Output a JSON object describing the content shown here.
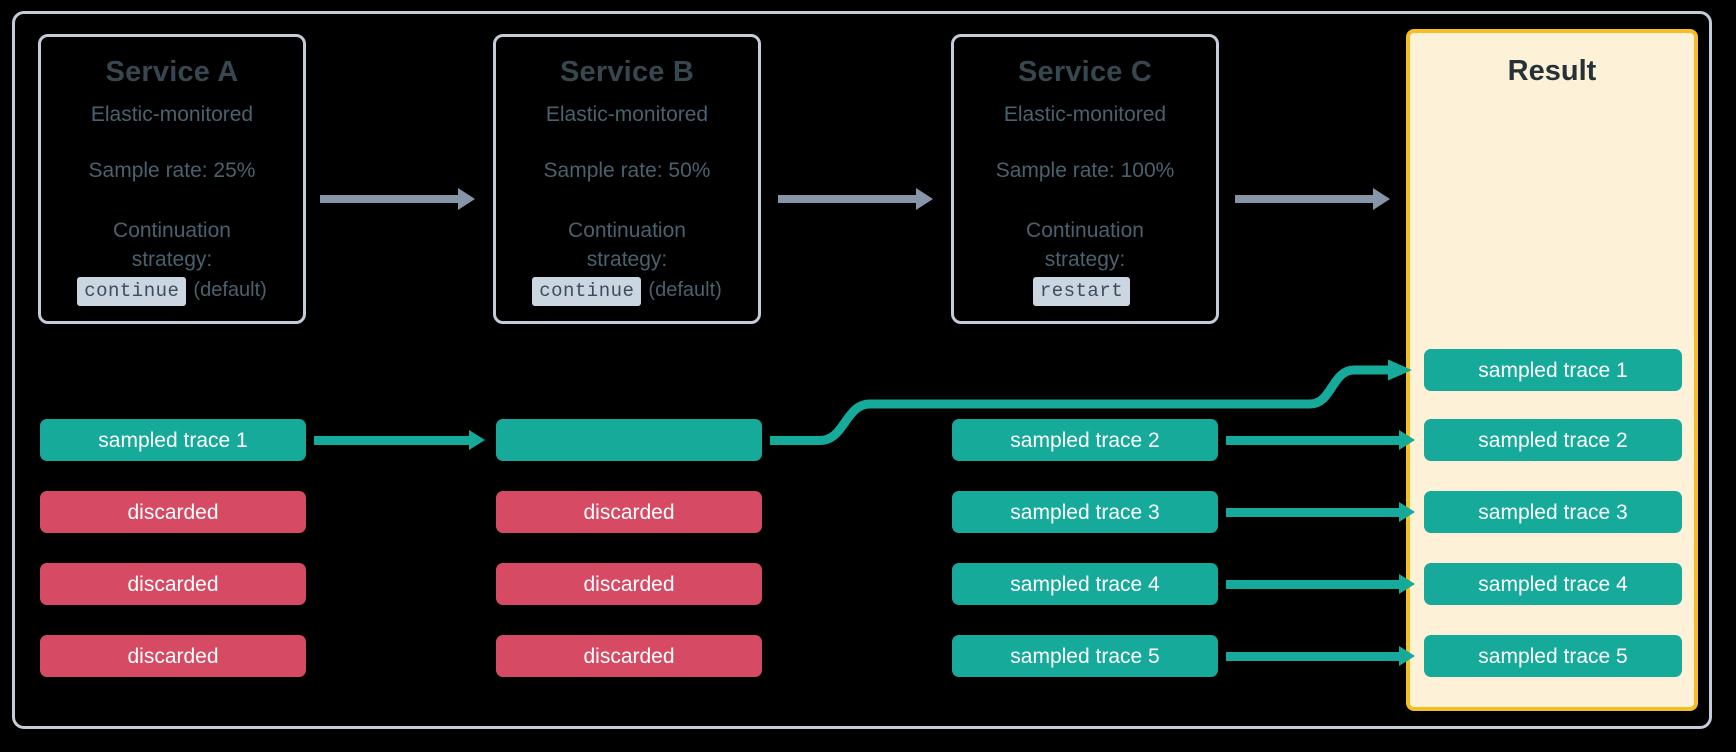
{
  "diagram": {
    "title": "Distributed tracing sampling across services",
    "colors": {
      "background": "#000000",
      "frame_border": "#c3ccd8",
      "service_text": "#4a616e",
      "service_title": "#37474f",
      "sampled": "#16aa9b",
      "discarded": "#d64a63",
      "gray_arrow": "#8795a8",
      "result_border": "#f4bf26",
      "result_fill": "#fdf2d8",
      "chip_bg": "#cbd6e0"
    }
  },
  "services": [
    {
      "title": "Service A",
      "subtitle": "Elastic-monitored",
      "sample_rate": "Sample rate: 25%",
      "strategy_label": "Continuation strategy:",
      "strategy_value": "continue",
      "strategy_note": "(default)",
      "traces": [
        {
          "label": "sampled trace 1",
          "state": "sampled"
        },
        {
          "label": "discarded",
          "state": "discarded"
        },
        {
          "label": "discarded",
          "state": "discarded"
        },
        {
          "label": "discarded",
          "state": "discarded"
        }
      ]
    },
    {
      "title": "Service B",
      "subtitle": "Elastic-monitored",
      "sample_rate": "Sample rate: 50%",
      "strategy_label": "Continuation strategy:",
      "strategy_value": "continue",
      "strategy_note": "(default)",
      "traces": [
        {
          "label": "",
          "state": "sampled"
        },
        {
          "label": "discarded",
          "state": "discarded"
        },
        {
          "label": "discarded",
          "state": "discarded"
        },
        {
          "label": "discarded",
          "state": "discarded"
        }
      ]
    },
    {
      "title": "Service C",
      "subtitle": "Elastic-monitored",
      "sample_rate": "Sample rate: 100%",
      "strategy_label": "Continuation strategy:",
      "strategy_value": "restart",
      "strategy_note": "",
      "traces": [
        {
          "label": "",
          "state": "none"
        },
        {
          "label": "sampled trace 2",
          "state": "sampled"
        },
        {
          "label": "sampled trace 3",
          "state": "sampled"
        },
        {
          "label": "sampled trace 4",
          "state": "sampled"
        },
        {
          "label": "sampled trace 5",
          "state": "sampled"
        }
      ]
    }
  ],
  "result": {
    "title": "Result",
    "traces": [
      {
        "label": "sampled trace 1",
        "state": "sampled"
      },
      {
        "label": "sampled trace 2",
        "state": "sampled"
      },
      {
        "label": "sampled trace 3",
        "state": "sampled"
      },
      {
        "label": "sampled trace 4",
        "state": "sampled"
      },
      {
        "label": "sampled trace 5",
        "state": "sampled"
      }
    ]
  }
}
